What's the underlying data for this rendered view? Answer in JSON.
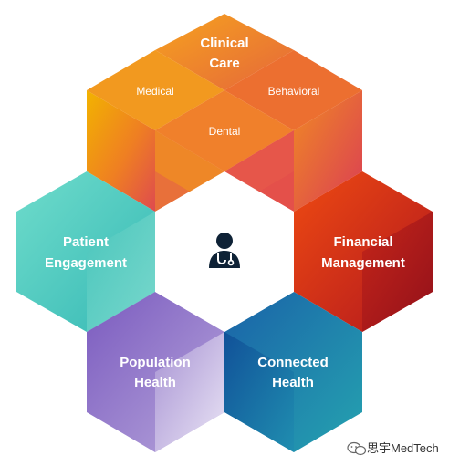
{
  "center_icon": "doctor-icon",
  "blocks": {
    "clinical": {
      "title_lines": [
        "Clinical",
        "Care"
      ],
      "sub_left": "Medical",
      "sub_right": "Behavioral",
      "sub_bottom": "Dental"
    },
    "patient": {
      "title_lines": [
        "Patient",
        "Engagement"
      ]
    },
    "financial": {
      "title_lines": [
        "Financial",
        "Management"
      ]
    },
    "population": {
      "title_lines": [
        "Population",
        "Health"
      ]
    },
    "connected": {
      "title_lines": [
        "Connected",
        "Health"
      ]
    }
  },
  "watermark": {
    "text": "思宇MedTech",
    "icon": "wechat-icon"
  },
  "colors": {
    "clinical": [
      "#f4b400",
      "#ef7e22",
      "#e0484e"
    ],
    "patient": [
      "#5fd3c5",
      "#3ec1bb"
    ],
    "financial": [
      "#e63a12",
      "#a8141c"
    ],
    "population": [
      "#6a4bb5",
      "#c9bde4"
    ],
    "connected": [
      "#1a6fb0",
      "#28a9b3"
    ]
  }
}
